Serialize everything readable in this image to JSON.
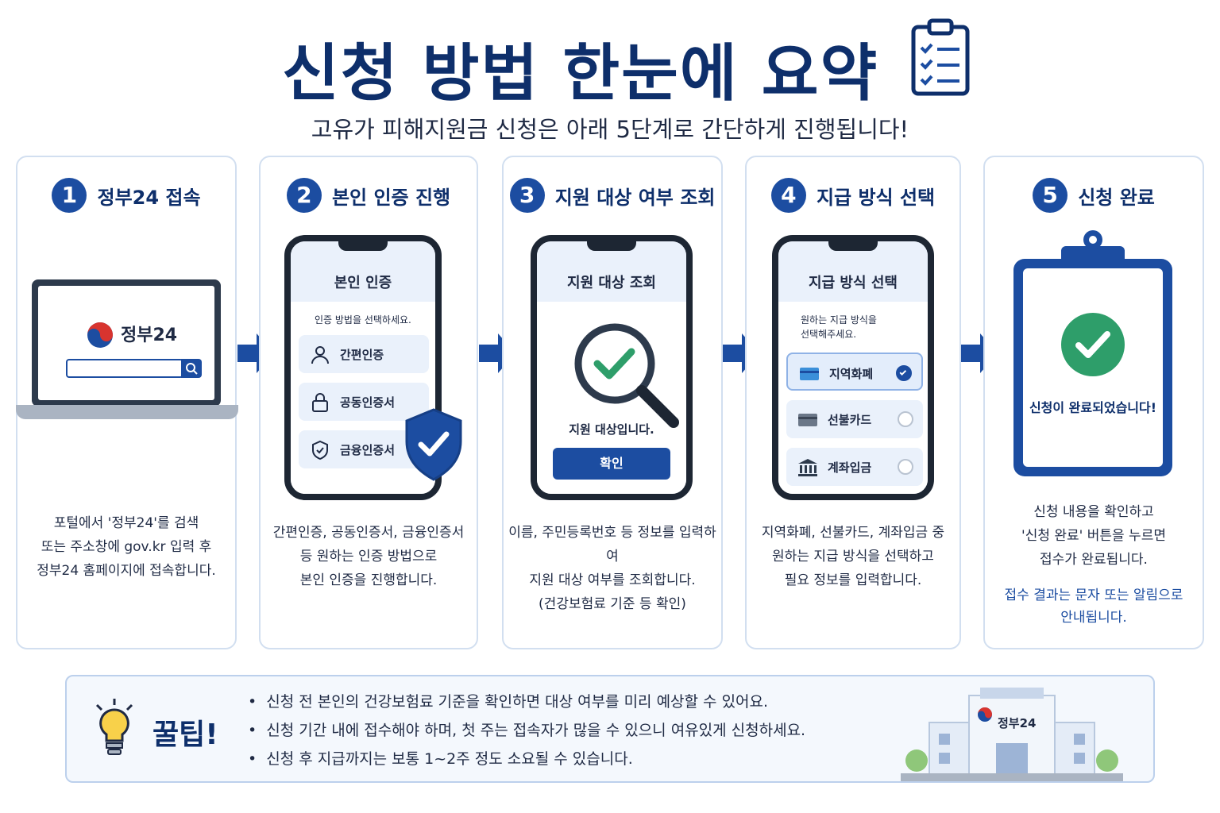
{
  "title": "신청 방법 한눈에 요약",
  "subtitle": "고유가 피해지원금 신청은 아래 5단계로 간단하게 진행됩니다!",
  "steps": [
    {
      "num": "1",
      "title": "정부24 접속",
      "screen_brand": "정부24",
      "desc_lines": [
        "포털에서 '정부24'를 검색",
        "또는 주소창에 gov.kr 입력 후",
        "정부24 홈페이지에 접속합니다."
      ]
    },
    {
      "num": "2",
      "title": "본인 인증 진행",
      "phone_title": "본인 인증",
      "phone_sub": "인증 방법을 선택하세요.",
      "options": [
        "간편인증",
        "공동인증서",
        "금융인증서"
      ],
      "desc_lines": [
        "간편인증, 공동인증서, 금융인증서",
        "등 원하는 인증 방법으로",
        "본인 인증을 진행합니다."
      ]
    },
    {
      "num": "3",
      "title": "지원 대상 여부 조회",
      "phone_title": "지원 대상 조회",
      "result": "지원 대상입니다.",
      "button": "확인",
      "desc_lines": [
        "이름, 주민등록번호 등 정보를 입력하여",
        "지원 대상 여부를 조회합니다.",
        "(건강보험료 기준 등 확인)"
      ]
    },
    {
      "num": "4",
      "title": "지급 방식 선택",
      "phone_title": "지급 방식 선택",
      "phone_sub_1": "원하는 지급 방식을",
      "phone_sub_2": "선택해주세요.",
      "options": [
        "지역화폐",
        "선불카드",
        "계좌입금"
      ],
      "selected_index": 0,
      "desc_lines": [
        "지역화폐, 선불카드, 계좌입금 중",
        "원하는 지급 방식을 선택하고",
        "필요 정보를 입력합니다."
      ]
    },
    {
      "num": "5",
      "title": "신청 완료",
      "board_text": "신청이 완료되었습니다!",
      "desc_lines": [
        "신청 내용을 확인하고",
        "'신청 완료' 버튼을 누르면",
        "접수가 완료됩니다."
      ],
      "note_lines": [
        "접수 결과는 문자 또는 알림으로",
        "안내됩니다."
      ]
    }
  ],
  "tips": {
    "label": "꿀팁!",
    "items": [
      "신청 전 본인의 건강보험료 기준을 확인하면 대상 여부를 미리 예상할 수 있어요.",
      "신청 기간 내에 접수해야 하며, 첫 주는 접속자가 많을 수 있으니 여유있게 신청하세요.",
      "신청 후 지급까지는 보통 1~2주 정도 소요될 수 있습니다."
    ],
    "building_brand": "정부24"
  },
  "colors": {
    "navy": "#0e2f6b",
    "primary": "#1c4da1",
    "success": "#2e9e6a",
    "border": "#d2dff0"
  },
  "icons": [
    "clipboard-check-icon",
    "arrow-right-icon",
    "user-icon",
    "lock-icon",
    "shield-check-icon",
    "magnifier-check-icon",
    "card-icon",
    "bank-icon",
    "check-circle-icon",
    "lightbulb-icon",
    "building-icon"
  ]
}
